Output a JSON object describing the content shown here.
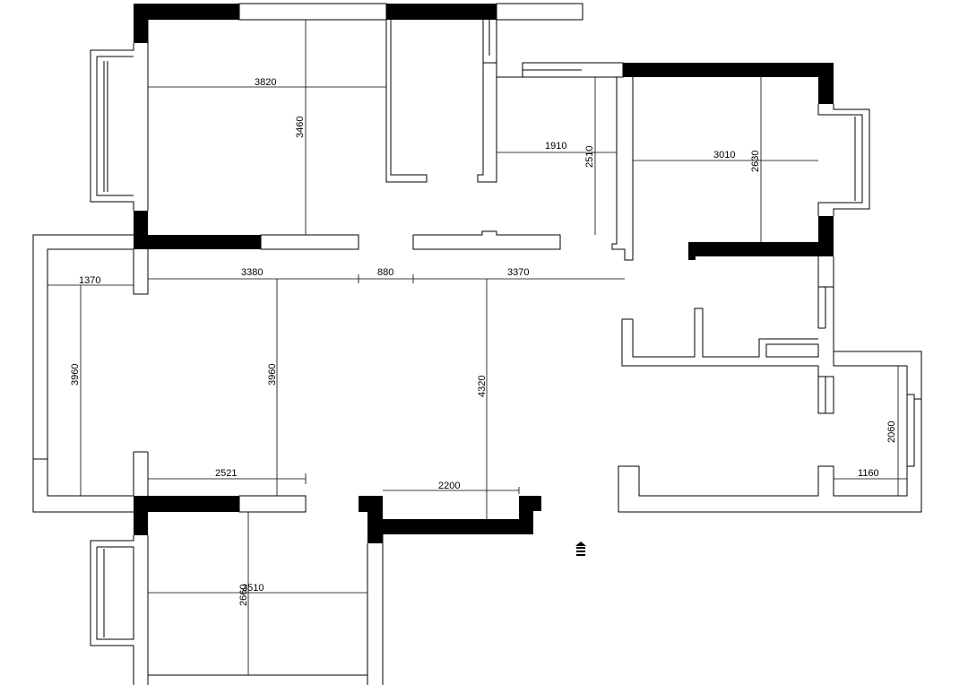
{
  "dimensions": {
    "d3820": "3820",
    "d3460": "3460",
    "d1910": "1910",
    "d2510": "2510",
    "d3010": "3010",
    "d2630": "2630",
    "d1370": "1370",
    "d3380": "3380",
    "d880": "880",
    "d3370": "3370",
    "d3960a": "3960",
    "d3960b": "3960",
    "d4320": "4320",
    "d2060": "2060",
    "d1160": "1160",
    "d2521": "2521",
    "d2200": "2200",
    "d3510": "3510",
    "d2660": "2660"
  },
  "icons": {
    "entrance": "entrance-arrow-icon"
  }
}
